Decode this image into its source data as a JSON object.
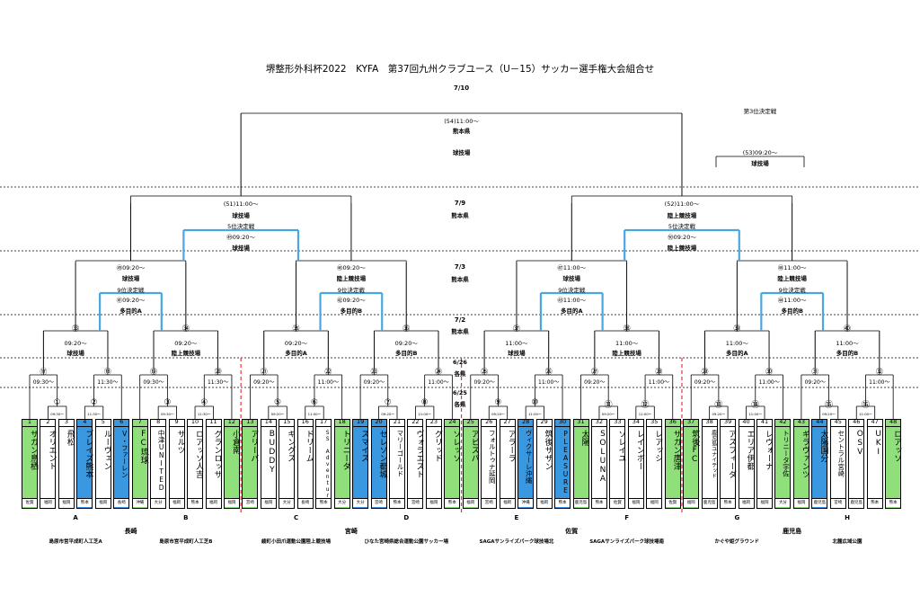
{
  "title": "堺整形外科杯2022　KYFA　第37回九州クラブユース（U－15）サッカー選手権大会組合せ",
  "final": {
    "date": "7/10",
    "match": "(54)11:00～",
    "pref": "熊本県",
    "venue": "球技場"
  },
  "third": {
    "label": "第3位決定戦",
    "match": "(53)09:20～",
    "venue": "球技場"
  },
  "rounds": {
    "r79": {
      "date": "7/9",
      "pref": "熊本県"
    },
    "r73": {
      "date": "7/3",
      "pref": "熊本県"
    },
    "r72": {
      "date": "7/2",
      "pref": "熊本県"
    },
    "r626": {
      "date": "6/26",
      "pref": "各県"
    },
    "r625": {
      "date": "6/25",
      "pref": "各県"
    }
  },
  "semis": [
    {
      "match": "(51)11:00～",
      "venue": "球技場",
      "pl": "5位決定戦",
      "plmatch": "㊾09:20～",
      "plvenue": "球技場"
    },
    {
      "match": "(52)11:00～",
      "venue": "陸上競技場",
      "pl": "5位決定戦",
      "plmatch": "㊿09:20～",
      "plvenue": "陸上競技場"
    }
  ],
  "qf": [
    {
      "match": "㊺09:20～",
      "venue": "球技場",
      "pl": "9位決定戦",
      "plmatch": "㊶09:20～",
      "plvenue": "多目的A"
    },
    {
      "match": "㊻09:20～",
      "venue": "陸上競技場",
      "pl": "9位決定戦",
      "plmatch": "㊷09:20～",
      "plvenue": "多目的B"
    },
    {
      "match": "㊼11:00～",
      "venue": "球技場",
      "pl": "9位決定戦",
      "plmatch": "㊸11:00～",
      "plvenue": "多目的A"
    },
    {
      "match": "㊽11:00～",
      "venue": "陸上競技場",
      "pl": "9位決定戦",
      "plmatch": "㊹11:00～",
      "plvenue": "多目的B"
    }
  ],
  "r3": [
    {
      "no": "㉝",
      "time": "09:20～",
      "venue": "球技場"
    },
    {
      "no": "㉞",
      "time": "09:20～",
      "venue": "陸上競技場"
    },
    {
      "no": "㉟",
      "time": "09:20～",
      "venue": "多目的A"
    },
    {
      "no": "㊱",
      "time": "09:20～",
      "venue": "多目的B"
    },
    {
      "no": "㊲",
      "time": "11:00～",
      "venue": "球技場"
    },
    {
      "no": "㊳",
      "time": "11:00～",
      "venue": "陸上競技場"
    },
    {
      "no": "㊴",
      "time": "11:00～",
      "venue": "多目的A"
    },
    {
      "no": "㊵",
      "time": "11:00～",
      "venue": "多目的B"
    }
  ],
  "r2": [
    {
      "no": "⑰",
      "time": "09:30～"
    },
    {
      "no": "⑱",
      "time": "11:30～"
    },
    {
      "no": "⑲",
      "time": "09:30～"
    },
    {
      "no": "⑳",
      "time": "11:30～"
    },
    {
      "no": "㉑",
      "time": "09:20～"
    },
    {
      "no": "㉒",
      "time": "11:00～"
    },
    {
      "no": "㉓",
      "time": "09:20～"
    },
    {
      "no": "㉔",
      "time": "11:00～"
    },
    {
      "no": "㉕",
      "time": "09:20～"
    },
    {
      "no": "㉖",
      "time": "11:00～"
    },
    {
      "no": "㉗",
      "time": "09:20～"
    },
    {
      "no": "㉘",
      "time": "11:00～"
    },
    {
      "no": "㉙",
      "time": "09:20～"
    },
    {
      "no": "㉚",
      "time": "11:00～"
    },
    {
      "no": "㉛",
      "time": "09:20～"
    },
    {
      "no": "㉜",
      "time": "11:00～"
    }
  ],
  "r1": [
    {
      "no": "①",
      "time": "09:30～"
    },
    {
      "no": "②",
      "time": "11:30～"
    },
    {
      "no": "③",
      "time": "09:30～"
    },
    {
      "no": "④",
      "time": "11:30～"
    },
    {
      "no": "⑤",
      "time": "09:20～"
    },
    {
      "no": "⑥",
      "time": "11:00～"
    },
    {
      "no": "⑦",
      "time": "09:20～"
    },
    {
      "no": "⑧",
      "time": "11:00～"
    },
    {
      "no": "⑨",
      "time": "09:20～"
    },
    {
      "no": "⑩",
      "time": "11:00～"
    },
    {
      "no": "⑪",
      "time": "09:20～"
    },
    {
      "no": "⑫",
      "time": "11:00～"
    },
    {
      "no": "⑬",
      "time": "09:20～"
    },
    {
      "no": "⑭",
      "time": "11:00～"
    },
    {
      "no": "⑮",
      "time": "09:20～"
    },
    {
      "no": "⑯",
      "time": "11:00～"
    }
  ],
  "teams": [
    {
      "no": "1",
      "name": "サガン鳥栖",
      "pref": "佐賀",
      "c": "g"
    },
    {
      "no": "2",
      "name": "オリエント",
      "pref": "福岡",
      "c": ""
    },
    {
      "no": "3",
      "name": "飛松",
      "pref": "福岡",
      "c": ""
    },
    {
      "no": "4",
      "name": "ブレイズ熊本",
      "pref": "熊本",
      "c": "b"
    },
    {
      "no": "5",
      "name": "ルーヴェン",
      "pref": "福岡",
      "c": ""
    },
    {
      "no": "6",
      "name": "V・ファーレン",
      "pref": "長崎",
      "c": "b"
    },
    {
      "no": "7",
      "name": "FC琉球",
      "pref": "沖縄",
      "c": "g"
    },
    {
      "no": "8",
      "name": "中津UNITED",
      "pref": "大分",
      "c": ""
    },
    {
      "no": "9",
      "name": "サルツ",
      "pref": "福岡",
      "c": ""
    },
    {
      "no": "10",
      "name": "ロアッソ人吉",
      "pref": "熊本",
      "c": ""
    },
    {
      "no": "11",
      "name": "グランロッサ",
      "pref": "福岡",
      "c": ""
    },
    {
      "no": "12",
      "name": "小倉南",
      "pref": "福岡",
      "c": "g"
    },
    {
      "no": "13",
      "name": "アリーバ",
      "pref": "宮崎",
      "c": "g"
    },
    {
      "no": "14",
      "name": "BUDDY",
      "pref": "福岡",
      "c": ""
    },
    {
      "no": "15",
      "name": "キングス",
      "pref": "大分",
      "c": ""
    },
    {
      "no": "16",
      "name": "ドリーム",
      "pref": "長崎",
      "c": ""
    },
    {
      "no": "17",
      "name": "SS Adventure",
      "pref": "熊本",
      "c": ""
    },
    {
      "no": "18",
      "name": "トリニータ",
      "pref": "大分",
      "c": "g"
    },
    {
      "no": "19",
      "name": "スマイス",
      "pref": "大分",
      "c": "b"
    },
    {
      "no": "20",
      "name": "セレソン都城",
      "pref": "宮崎",
      "c": "b"
    },
    {
      "no": "21",
      "name": "マリーゴールド",
      "pref": "熊本",
      "c": ""
    },
    {
      "no": "22",
      "name": "ヴォラエスト",
      "pref": "宮崎",
      "c": ""
    },
    {
      "no": "23",
      "name": "グリッド",
      "pref": "福岡",
      "c": ""
    },
    {
      "no": "24",
      "name": "ソレッソ",
      "pref": "熊本",
      "c": "g"
    },
    {
      "no": "25",
      "name": "アビスパ",
      "pref": "福岡",
      "c": "g"
    },
    {
      "no": "26",
      "name": "フォルトゥナ延岡",
      "pref": "宮崎",
      "c": ""
    },
    {
      "no": "27",
      "name": "アラーラ",
      "pref": "福岡",
      "c": ""
    },
    {
      "no": "28",
      "name": "ヴィクサーレ沖縄",
      "pref": "沖縄",
      "c": "b"
    },
    {
      "no": "29",
      "name": "筑後サザン",
      "pref": "福岡",
      "c": ""
    },
    {
      "no": "30",
      "name": "PLEASURE",
      "pref": "熊本",
      "c": "b"
    },
    {
      "no": "31",
      "name": "太陽",
      "pref": "鹿児島",
      "c": "g"
    },
    {
      "no": "32",
      "name": "SOLUNA",
      "pref": "熊本",
      "c": ""
    },
    {
      "no": "33",
      "name": "ソレイユ",
      "pref": "佐賀",
      "c": ""
    },
    {
      "no": "34",
      "name": "レインボー",
      "pref": "福岡",
      "c": ""
    },
    {
      "no": "35",
      "name": "レアッシ",
      "pref": "福岡",
      "c": ""
    },
    {
      "no": "36",
      "name": "サガン唐津",
      "pref": "佐賀",
      "c": "g"
    },
    {
      "no": "37",
      "name": "筑後FC",
      "pref": "福岡",
      "c": "g"
    },
    {
      "no": "38",
      "name": "鹿児島ユナイテッド",
      "pref": "鹿児島",
      "c": ""
    },
    {
      "no": "39",
      "name": "アスフィーダ",
      "pref": "熊本",
      "c": ""
    },
    {
      "no": "40",
      "name": "エリア伊都",
      "pref": "福岡",
      "c": ""
    },
    {
      "no": "41",
      "name": "レヴォーナ",
      "pref": "福岡",
      "c": ""
    },
    {
      "no": "42",
      "name": "トリニータ宇佐",
      "pref": "大分",
      "c": "g"
    },
    {
      "no": "43",
      "name": "ギラヴァンツ",
      "pref": "福岡",
      "c": "g"
    },
    {
      "no": "44",
      "name": "太陽国分",
      "pref": "鹿児島",
      "c": "b"
    },
    {
      "no": "45",
      "name": "セントラル宮崎",
      "pref": "宮崎",
      "c": ""
    },
    {
      "no": "46",
      "name": "OSV",
      "pref": "鹿児島",
      "c": ""
    },
    {
      "no": "47",
      "name": "UKI",
      "pref": "熊本",
      "c": ""
    },
    {
      "no": "48",
      "name": "ロアッソ",
      "pref": "熊本",
      "c": "g"
    }
  ],
  "groups": [
    "A",
    "B",
    "C",
    "D",
    "E",
    "F",
    "G",
    "H"
  ],
  "regions": [
    {
      "pref": "長崎",
      "v1": "島原市営平成町人工芝A",
      "v2": "島原市営平成町人工芝B"
    },
    {
      "pref": "宮崎",
      "v1": "綾町小田爪運動公園陸上競技場",
      "v2": "ひなた宮崎県総合運動公園サッカー場"
    },
    {
      "pref": "佐賀",
      "v1": "SAGAサンライズパーク球技場北",
      "v2": "SAGAサンライズパーク球技場南"
    },
    {
      "pref": "鹿児島",
      "v1": "かぐや姫グラウンド",
      "v2": "北麓広域公園"
    }
  ]
}
